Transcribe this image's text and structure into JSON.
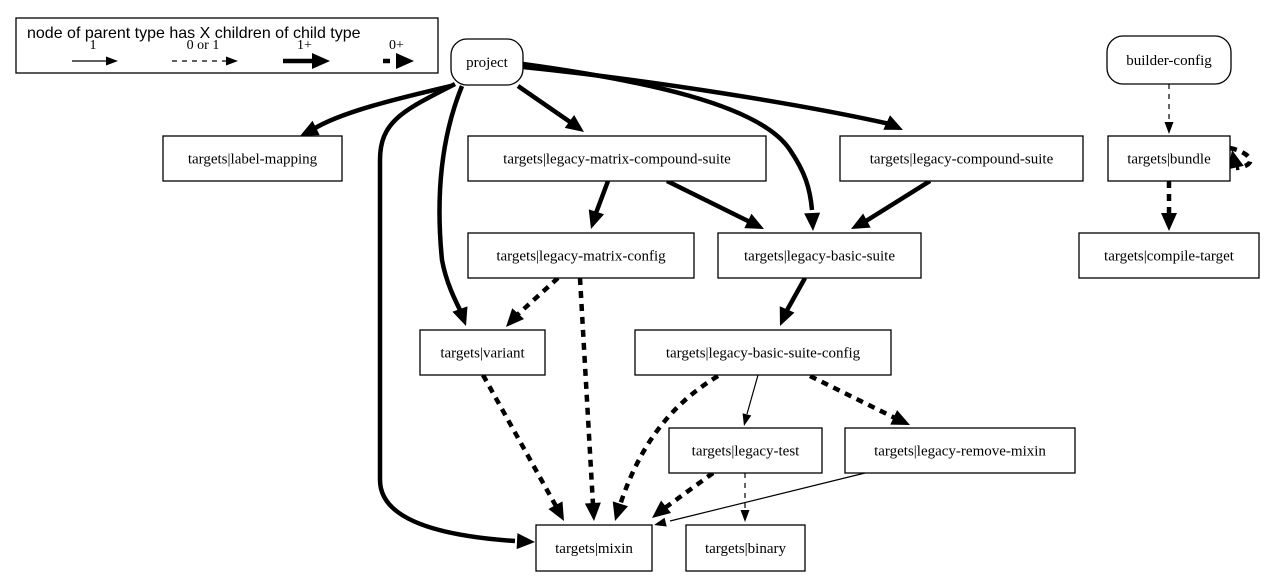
{
  "legend": {
    "title": "node of parent type has X children of child type",
    "items": [
      {
        "id": "one",
        "label": "1",
        "style": "thin-solid"
      },
      {
        "id": "zero-or-one",
        "label": "0 or 1",
        "style": "thin-dashed"
      },
      {
        "id": "one-plus",
        "label": "1+",
        "style": "thick-solid"
      },
      {
        "id": "zero-plus",
        "label": "0+",
        "style": "thick-dashed"
      }
    ]
  },
  "nodes": [
    {
      "id": "project",
      "label": "project",
      "shape": "rounded"
    },
    {
      "id": "builder-config",
      "label": "builder-config",
      "shape": "rounded"
    },
    {
      "id": "label-mapping",
      "label": "targets|label-mapping",
      "shape": "box"
    },
    {
      "id": "legacy-matrix-compound-suite",
      "label": "targets|legacy-matrix-compound-suite",
      "shape": "box"
    },
    {
      "id": "legacy-compound-suite",
      "label": "targets|legacy-compound-suite",
      "shape": "box"
    },
    {
      "id": "bundle",
      "label": "targets|bundle",
      "shape": "box"
    },
    {
      "id": "legacy-matrix-config",
      "label": "targets|legacy-matrix-config",
      "shape": "box"
    },
    {
      "id": "legacy-basic-suite",
      "label": "targets|legacy-basic-suite",
      "shape": "box"
    },
    {
      "id": "compile-target",
      "label": "targets|compile-target",
      "shape": "box"
    },
    {
      "id": "variant",
      "label": "targets|variant",
      "shape": "box"
    },
    {
      "id": "legacy-basic-suite-config",
      "label": "targets|legacy-basic-suite-config",
      "shape": "box"
    },
    {
      "id": "legacy-test",
      "label": "targets|legacy-test",
      "shape": "box"
    },
    {
      "id": "legacy-remove-mixin",
      "label": "targets|legacy-remove-mixin",
      "shape": "box"
    },
    {
      "id": "mixin",
      "label": "targets|mixin",
      "shape": "box"
    },
    {
      "id": "binary",
      "label": "targets|binary",
      "shape": "box"
    }
  ],
  "edges": [
    {
      "from": "project",
      "to": "label-mapping",
      "style": "thick-solid"
    },
    {
      "from": "project",
      "to": "legacy-matrix-compound-suite",
      "style": "thick-solid"
    },
    {
      "from": "project",
      "to": "legacy-compound-suite",
      "style": "thick-solid"
    },
    {
      "from": "project",
      "to": "legacy-basic-suite",
      "style": "thick-solid"
    },
    {
      "from": "project",
      "to": "variant",
      "style": "thick-solid"
    },
    {
      "from": "project",
      "to": "mixin",
      "style": "thick-solid"
    },
    {
      "from": "legacy-matrix-compound-suite",
      "to": "legacy-matrix-config",
      "style": "thick-solid"
    },
    {
      "from": "legacy-matrix-compound-suite",
      "to": "legacy-basic-suite",
      "style": "thick-solid"
    },
    {
      "from": "legacy-compound-suite",
      "to": "legacy-basic-suite",
      "style": "thick-solid"
    },
    {
      "from": "legacy-matrix-config",
      "to": "variant",
      "style": "thick-dashed"
    },
    {
      "from": "legacy-matrix-config",
      "to": "mixin",
      "style": "thick-dashed"
    },
    {
      "from": "legacy-basic-suite",
      "to": "legacy-basic-suite-config",
      "style": "thick-solid"
    },
    {
      "from": "variant",
      "to": "mixin",
      "style": "thick-dashed"
    },
    {
      "from": "legacy-basic-suite-config",
      "to": "mixin",
      "style": "thick-dashed"
    },
    {
      "from": "legacy-basic-suite-config",
      "to": "legacy-test",
      "style": "thin-solid"
    },
    {
      "from": "legacy-basic-suite-config",
      "to": "legacy-remove-mixin",
      "style": "thick-dashed"
    },
    {
      "from": "legacy-test",
      "to": "mixin",
      "style": "thick-dashed"
    },
    {
      "from": "legacy-test",
      "to": "binary",
      "style": "thin-dashed"
    },
    {
      "from": "legacy-remove-mixin",
      "to": "mixin",
      "style": "thin-solid"
    },
    {
      "from": "builder-config",
      "to": "bundle",
      "style": "thin-dashed"
    },
    {
      "from": "bundle",
      "to": "bundle",
      "style": "thick-dashed"
    },
    {
      "from": "bundle",
      "to": "compile-target",
      "style": "thick-dashed"
    }
  ]
}
